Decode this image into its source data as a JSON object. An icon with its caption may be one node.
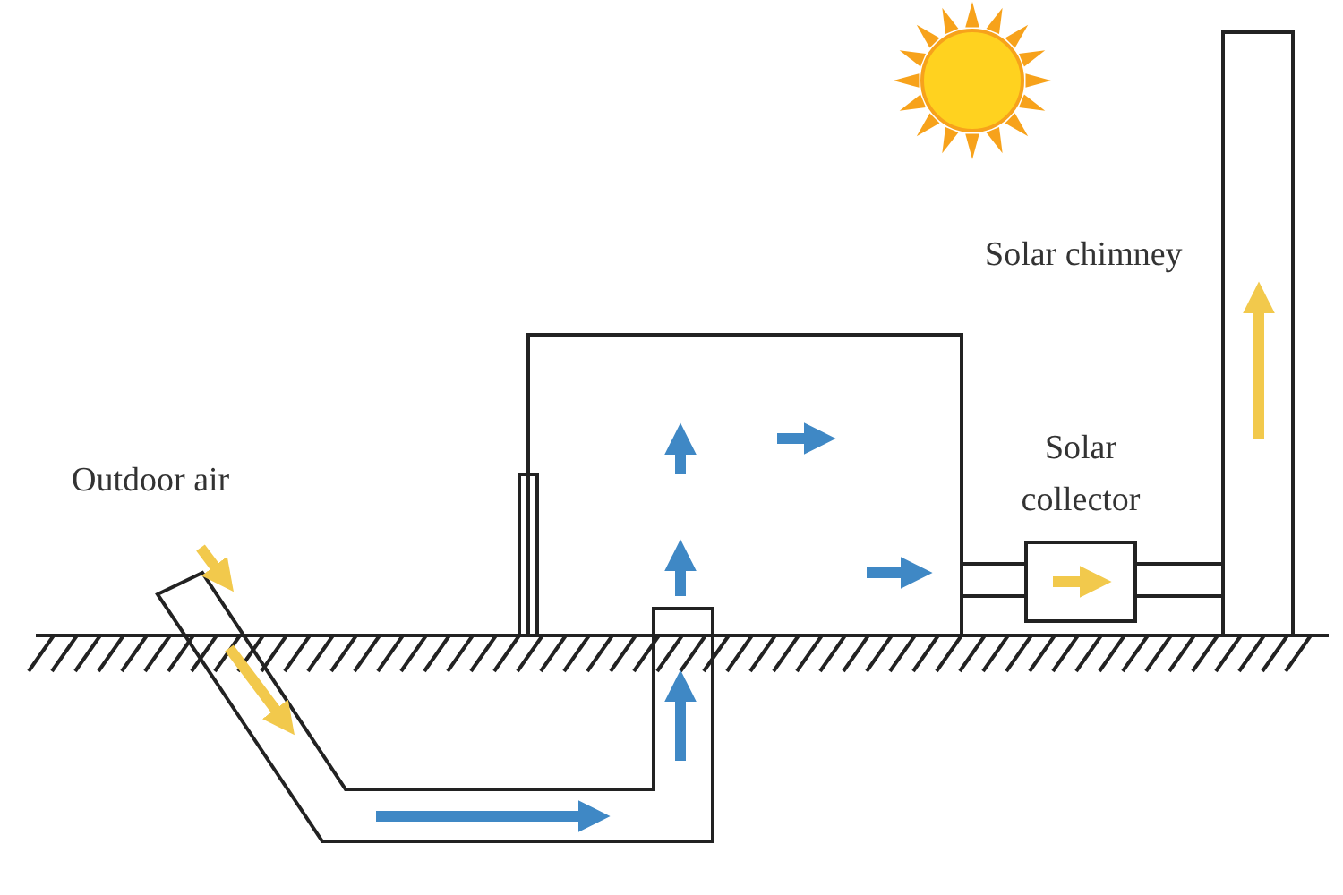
{
  "diagram": {
    "nodes": [
      {
        "text": [
          "Solar collector"
        ]
      }
    ],
    "edges": [],
    "labels": [
      "Solar chimney",
      "Outdoor air"
    ]
  }
}
